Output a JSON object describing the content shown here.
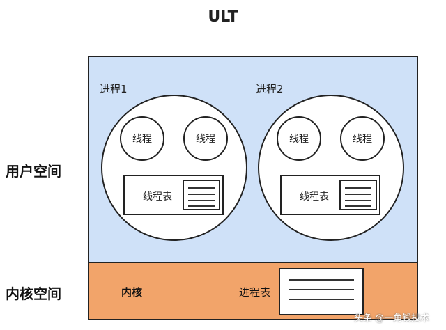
{
  "title": "ULT",
  "side_labels": {
    "user_space": "用户空间",
    "kernel_space": "内核空间"
  },
  "processes": [
    {
      "label": "进程1",
      "threads": [
        "线程",
        "线程"
      ],
      "thread_table": "线程表"
    },
    {
      "label": "进程2",
      "threads": [
        "线程",
        "线程"
      ],
      "thread_table": "线程表"
    }
  ],
  "kernel": {
    "label": "内核",
    "process_table": "进程表"
  },
  "watermark": "头条 @一角钱技术",
  "colors": {
    "user_space": "#cfe1f8",
    "kernel_space": "#f2a46a",
    "stroke": "#222222"
  }
}
